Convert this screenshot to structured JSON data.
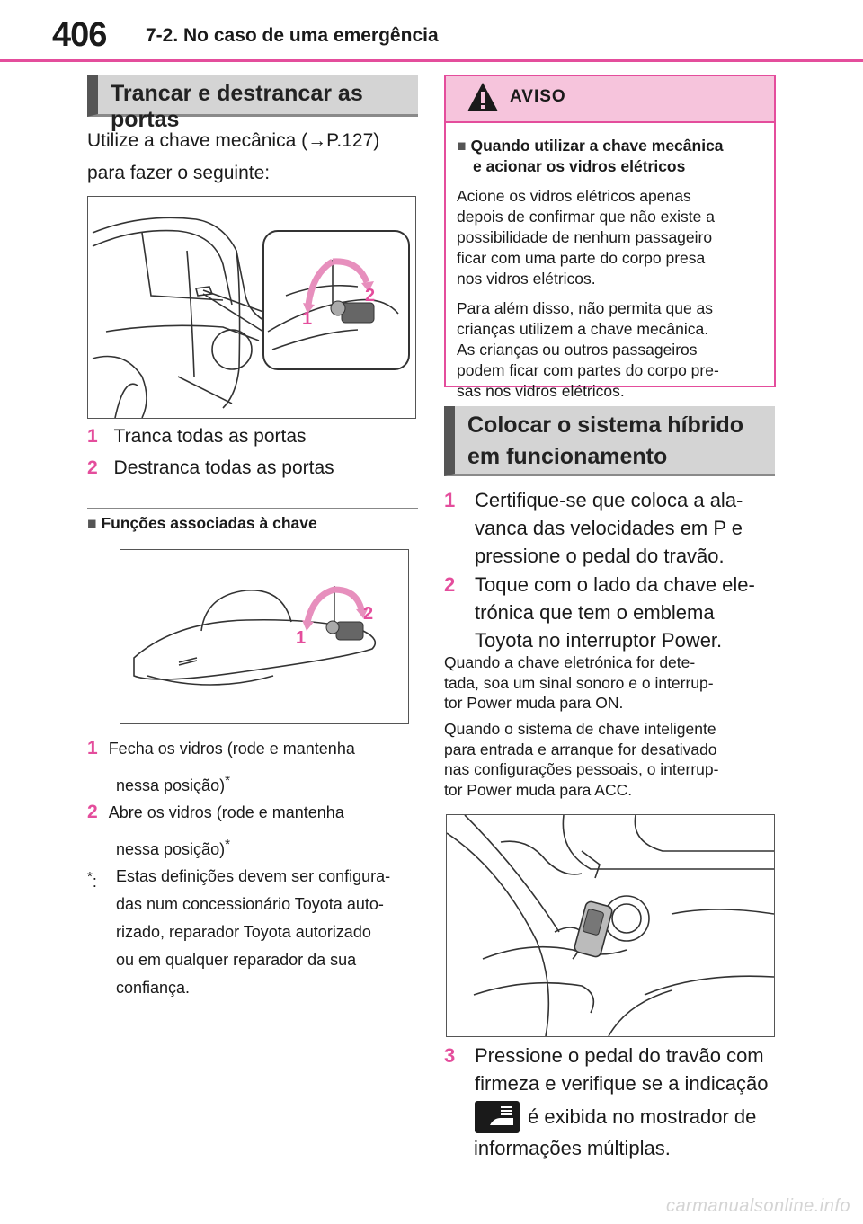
{
  "header": {
    "page_number": "406",
    "section": "7-2. No caso de uma emergência"
  },
  "left": {
    "heading": "Trancar e destrancar as portas",
    "intro_line1": "Utilize a chave mecânica (",
    "intro_arrow": "→",
    "intro_ref": "P.127)",
    "intro_line2": "para fazer o seguinte:",
    "figure1_label1": "1",
    "figure1_label2": "2",
    "steps": [
      {
        "num": "1",
        "text": "Tranca todas as portas"
      },
      {
        "num": "2",
        "text": "Destranca todas as portas"
      }
    ],
    "sub_heading_marker": "■",
    "sub_heading": "Funções associadas à chave",
    "figure2_label1": "1",
    "figure2_label2": "2",
    "func_steps": [
      {
        "num": "1",
        "text_a": "Fecha os vidros (rode e mantenha",
        "text_b": "nessa posição)",
        "star": "*"
      },
      {
        "num": "2",
        "text_a": "Abre os vidros (rode e mantenha",
        "text_b": "nessa posição)",
        "star": "*"
      }
    ],
    "footnote_mark": "*",
    "footnote_colon": ":",
    "footnote_lines": [
      "Estas definições devem ser configura-",
      "das num concessionário Toyota auto-",
      "rizado, reparador Toyota autorizado",
      "ou em qualquer reparador da sua",
      "confiança."
    ]
  },
  "warning": {
    "title": "AVISO",
    "sub_marker": "■",
    "sub_line1": "Quando utilizar a chave mecânica",
    "sub_line2": "e acionar os vidros elétricos",
    "para1": [
      "Acione os vidros elétricos apenas",
      "depois de confirmar que não existe a",
      "possibilidade de nenhum passageiro",
      "ficar com uma parte do corpo presa",
      "nos vidros elétricos."
    ],
    "para2": [
      "Para além disso, não permita que as",
      "crianças utilizem a chave mecânica.",
      "As crianças ou outros passageiros",
      "podem ficar com partes do corpo pre-",
      "sas nos vidros elétricos."
    ]
  },
  "right": {
    "heading_line1": "Colocar o sistema híbrido",
    "heading_line2": "em funcionamento",
    "step1_num": "1",
    "step1": [
      "Certifique-se que coloca a ala-",
      "vanca das velocidades em P e",
      "pressione o pedal do travão."
    ],
    "step2_num": "2",
    "step2": [
      "Toque com o lado da chave ele-",
      "trónica que tem o emblema",
      "Toyota no interruptor Power."
    ],
    "note1": [
      "Quando a chave eletrónica for dete-",
      "tada, soa um sinal sonoro e o interrup-",
      "tor Power muda para ON."
    ],
    "note2": [
      "Quando o sistema de chave inteligente",
      "para entrada e arranque for desativado",
      "nas configurações pessoais, o interrup-",
      "tor Power muda para ACC."
    ],
    "step3_num": "3",
    "step3_a": "Pressione o pedal do travão com",
    "step3_b": "firmeza e verifique se a indicação",
    "step3_c": "é exibida no mostrador de",
    "step3_d": "informações múltiplas."
  },
  "footer": {
    "url": "carmanualsonline.info"
  },
  "colors": {
    "accent": "#e44d9c",
    "heading_bg": "#d4d4d4",
    "warn_bg": "#f6c4dc"
  }
}
